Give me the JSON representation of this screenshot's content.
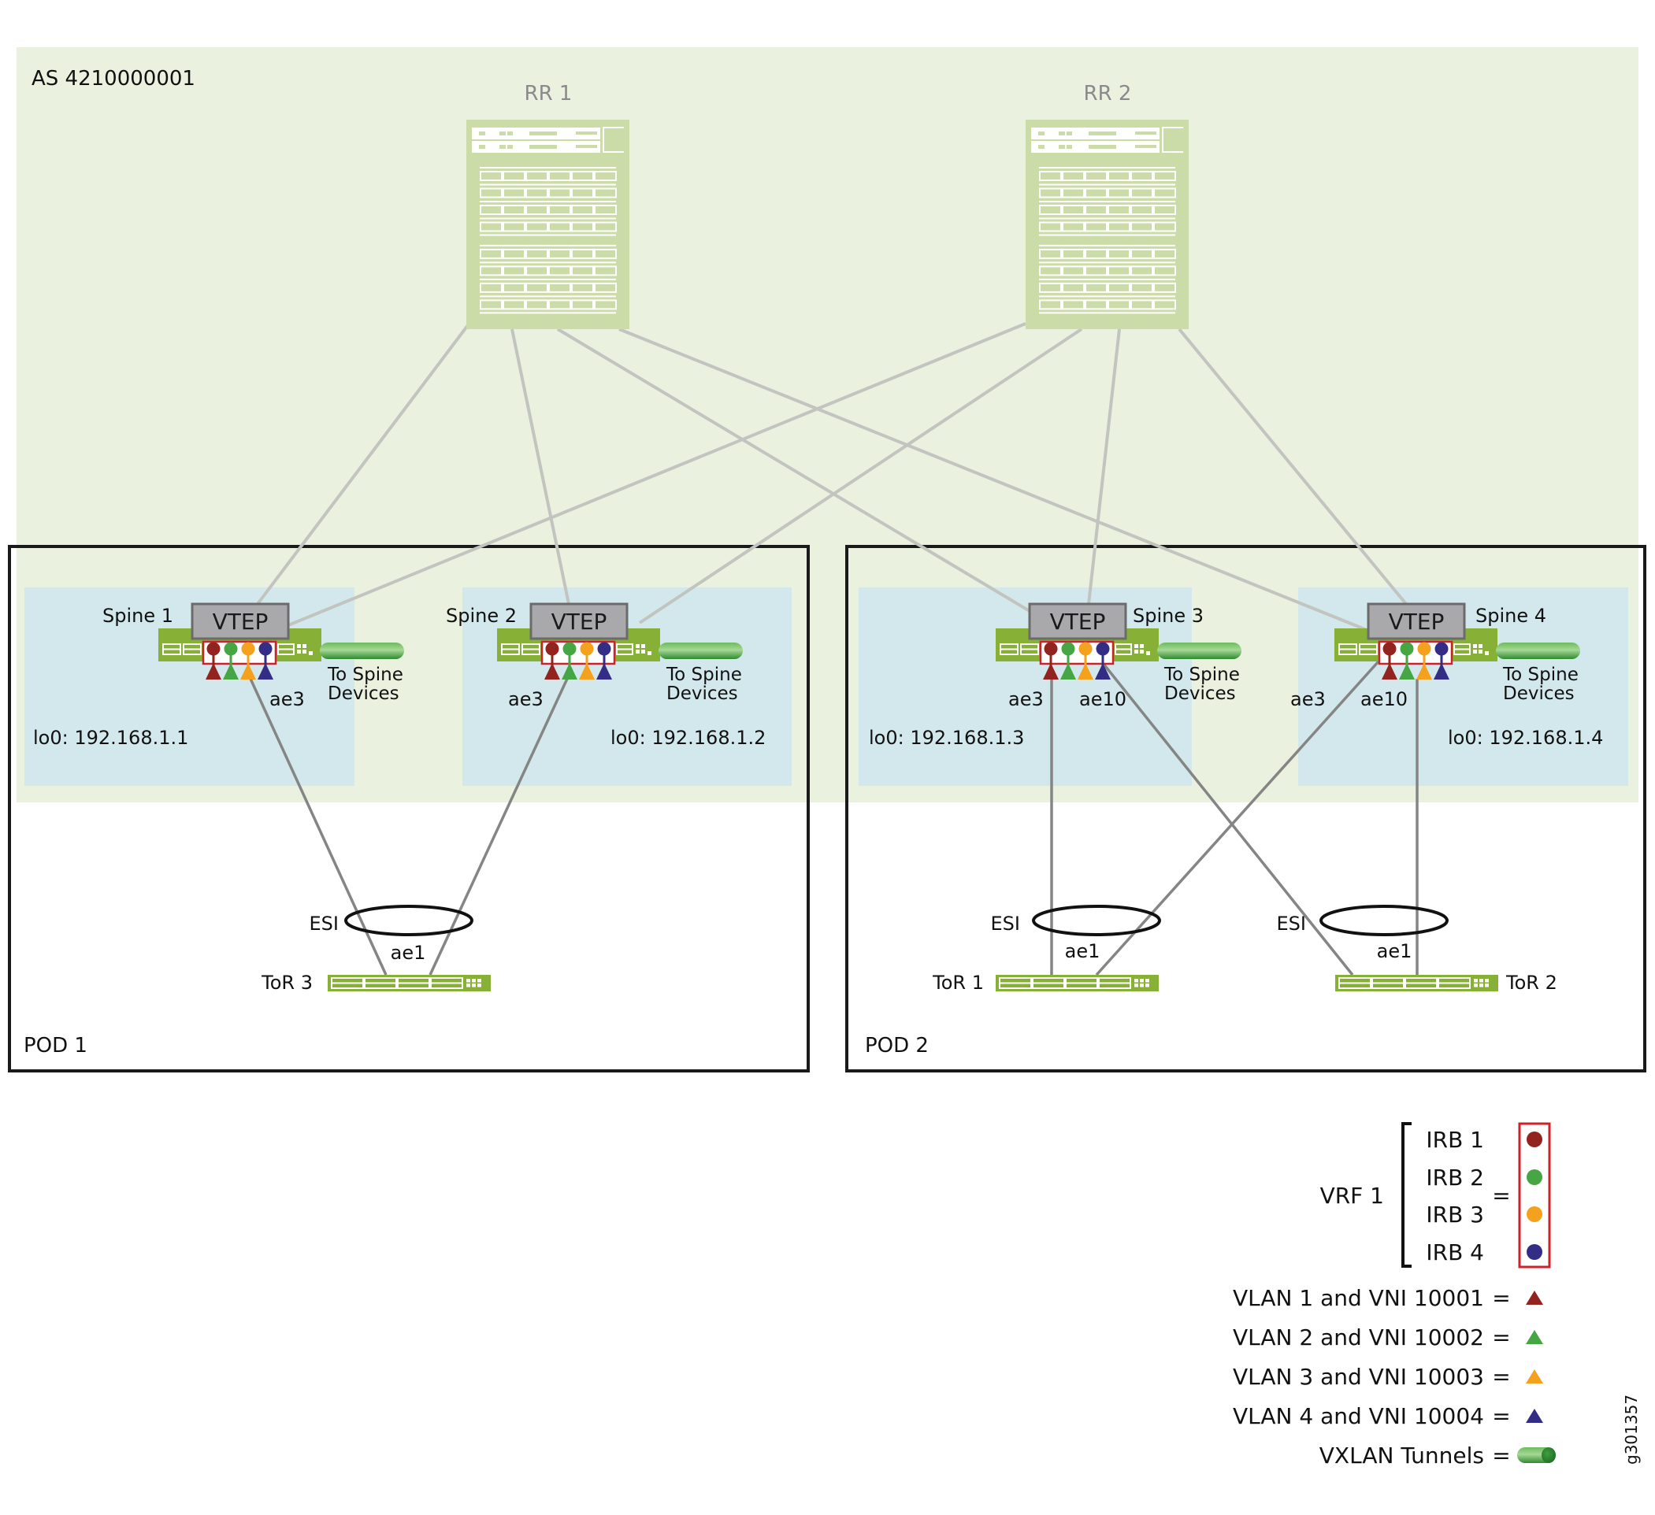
{
  "as_label": "AS 4210000001",
  "route_reflectors": [
    {
      "label": "RR 1"
    },
    {
      "label": "RR 2"
    }
  ],
  "pods": [
    {
      "label": "POD 1"
    },
    {
      "label": "POD 2"
    }
  ],
  "spines": [
    {
      "label": "Spine 1",
      "vtep": "VTEP",
      "loopback": "lo0: 192.168.1.1",
      "tunnel_label_line1": "To Spine",
      "tunnel_label_line2": "Devices",
      "interfaces": [
        "ae3"
      ]
    },
    {
      "label": "Spine 2",
      "vtep": "VTEP",
      "loopback": "lo0: 192.168.1.2",
      "tunnel_label_line1": "To Spine",
      "tunnel_label_line2": "Devices",
      "interfaces": [
        "ae3"
      ]
    },
    {
      "label": "Spine 3",
      "vtep": "VTEP",
      "loopback": "lo0: 192.168.1.3",
      "tunnel_label_line1": "To Spine",
      "tunnel_label_line2": "Devices",
      "interfaces": [
        "ae3",
        "ae10"
      ]
    },
    {
      "label": "Spine 4",
      "vtep": "VTEP",
      "loopback": "lo0: 192.168.1.4",
      "tunnel_label_line1": "To Spine",
      "tunnel_label_line2": "Devices",
      "interfaces": [
        "ae3",
        "ae10"
      ]
    }
  ],
  "tors": [
    {
      "label": "ToR 3",
      "esi": "ESI",
      "interface": "ae1"
    },
    {
      "label": "ToR 1",
      "esi": "ESI",
      "interface": "ae1"
    },
    {
      "label": "ToR 2",
      "esi": "ESI",
      "interface": "ae1"
    }
  ],
  "connections": {
    "rr_to_spine": [
      [
        "RR 1",
        "Spine 1"
      ],
      [
        "RR 1",
        "Spine 2"
      ],
      [
        "RR 1",
        "Spine 3"
      ],
      [
        "RR 1",
        "Spine 4"
      ],
      [
        "RR 2",
        "Spine 1"
      ],
      [
        "RR 2",
        "Spine 2"
      ],
      [
        "RR 2",
        "Spine 3"
      ],
      [
        "RR 2",
        "Spine 4"
      ]
    ],
    "spine_to_tor": [
      [
        "Spine 1",
        "ToR 3"
      ],
      [
        "Spine 2",
        "ToR 3"
      ],
      [
        "Spine 3",
        "ToR 1"
      ],
      [
        "Spine 3",
        "ToR 2"
      ],
      [
        "Spine 4",
        "ToR 1"
      ],
      [
        "Spine 4",
        "ToR 2"
      ]
    ]
  },
  "legend": {
    "vrf_label": "VRF 1",
    "equals": "=",
    "irbs": [
      {
        "label": "IRB 1",
        "color": "#93231f"
      },
      {
        "label": "IRB 2",
        "color": "#46a644"
      },
      {
        "label": "IRB 3",
        "color": "#f4a11d"
      },
      {
        "label": "IRB 4",
        "color": "#332d86"
      }
    ],
    "vlans": [
      {
        "label": "VLAN 1 and VNI 10001",
        "color": "#93231f"
      },
      {
        "label": "VLAN 2 and VNI 10002",
        "color": "#46a644"
      },
      {
        "label": "VLAN 3 and VNI 10003",
        "color": "#f4a11d"
      },
      {
        "label": "VLAN 4 and VNI 10004",
        "color": "#332d86"
      }
    ],
    "tunnel_label": "VXLAN Tunnels",
    "irb_box_color": "#cc2229"
  },
  "colors": {
    "as_background": "#eaf1df",
    "spine_area": "#d3e8ec",
    "rr_device": "#ccdca8",
    "switch_green": "#86b036",
    "vtep_fill": "#a9a9ab",
    "vtep_border": "#6b6b6b",
    "tunnel_green": "#3e9a3e"
  },
  "figure_id": "g301357"
}
